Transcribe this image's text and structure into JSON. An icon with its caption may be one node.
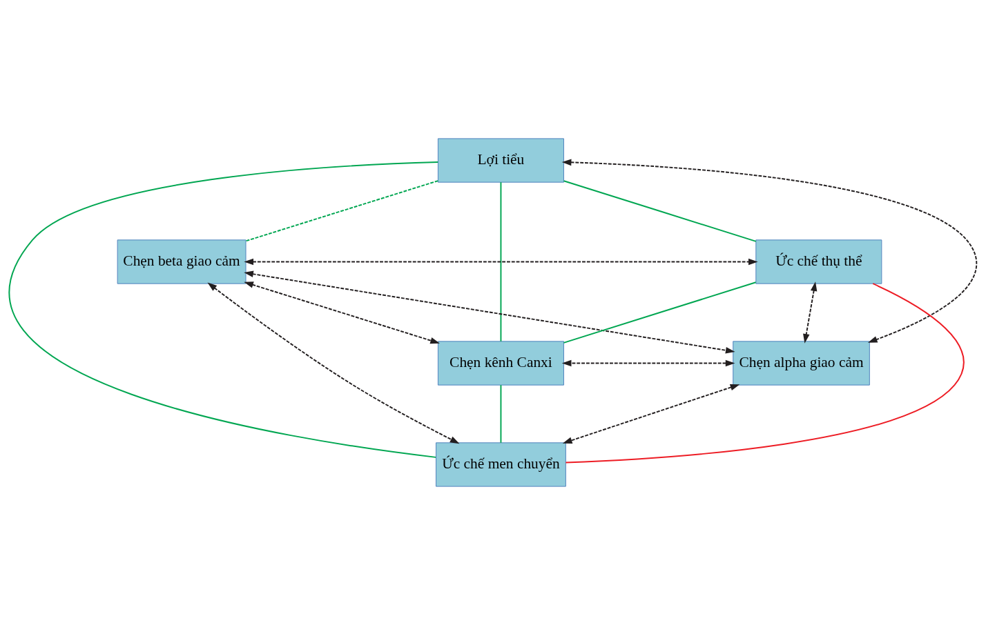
{
  "diagram": {
    "nodes": [
      {
        "text": [
          "Lợi tiểu"
        ]
      },
      {
        "text": [
          "Chẹn beta giao cảm"
        ]
      },
      {
        "text": [
          "Ức chế thụ thể"
        ]
      },
      {
        "text": [
          "Chẹn alpha giao cảm"
        ]
      },
      {
        "text": [
          "Chẹn kênh Canxi"
        ]
      },
      {
        "text": [
          "Ức chế men chuyển"
        ]
      }
    ],
    "edges": [
      {
        "from": 0,
        "to": 1,
        "arrow": "none",
        "style": "dashed",
        "color": "#00a651"
      },
      {
        "from": 0,
        "to": 2,
        "arrow": "none",
        "color": "#00a651"
      },
      {
        "from": 0,
        "to": 3,
        "arrow": "both",
        "style": "dashed"
      },
      {
        "from": 0,
        "to": 4,
        "arrow": "none",
        "color": "#00a651"
      },
      {
        "from": 0,
        "to": 5,
        "arrow": "none",
        "color": "#00a651"
      },
      {
        "from": 1,
        "to": 2,
        "arrow": "both",
        "style": "dashed"
      },
      {
        "from": 1,
        "to": 3,
        "arrow": "both",
        "style": "dashed"
      },
      {
        "from": 1,
        "to": 4,
        "arrow": "both",
        "style": "dashed"
      },
      {
        "from": 1,
        "to": 5,
        "arrow": "both",
        "style": "dashed"
      },
      {
        "from": 2,
        "to": 3,
        "arrow": "both",
        "style": "dashed"
      },
      {
        "from": 2,
        "to": 4,
        "arrow": "none",
        "color": "#00a651"
      },
      {
        "from": 2,
        "to": 5,
        "arrow": "none",
        "color": "#ed1c24"
      },
      {
        "from": 3,
        "to": 4,
        "arrow": "both",
        "style": "dashed"
      },
      {
        "from": 3,
        "to": 5,
        "arrow": "both",
        "style": "dashed"
      },
      {
        "from": 4,
        "to": 5,
        "arrow": "none",
        "color": "#00a651"
      }
    ]
  }
}
